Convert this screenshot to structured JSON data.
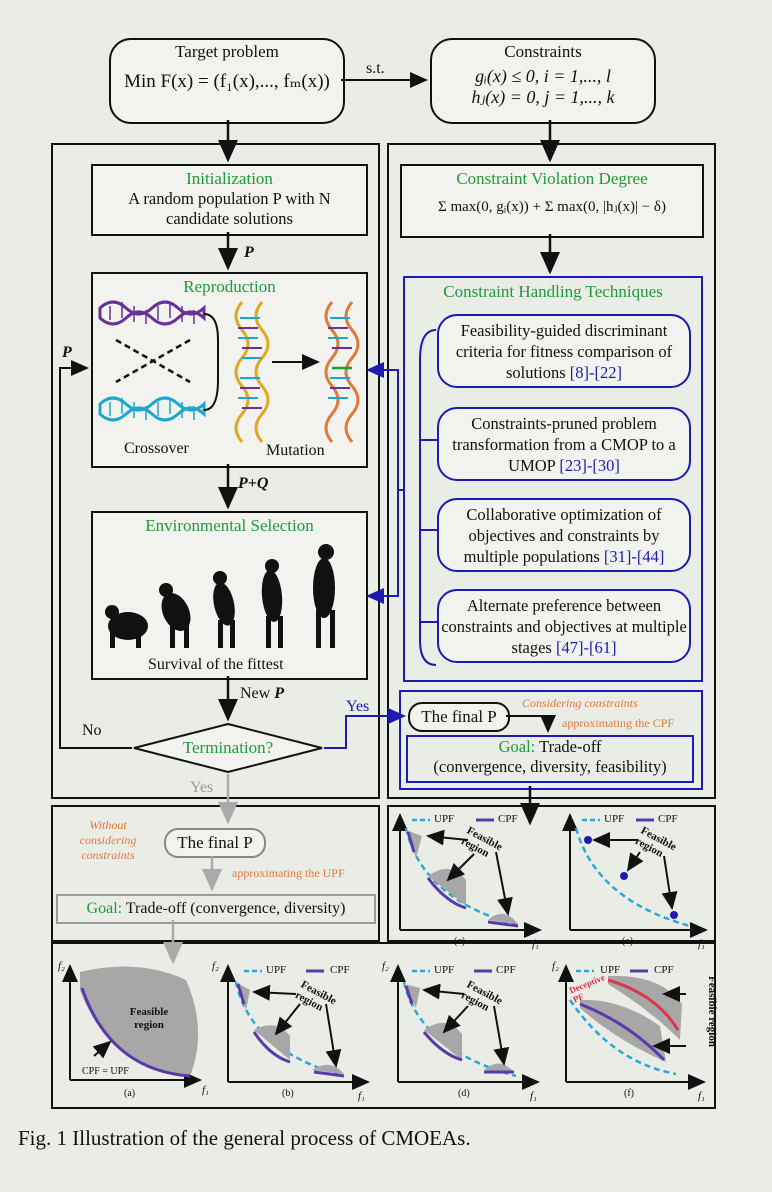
{
  "target": {
    "title": "Target problem",
    "formula": "Min  F(x) = (f₁(x),..., fₘ(x))"
  },
  "st_label": "s.t.",
  "constraints": {
    "title": "Constraints",
    "line1": "gᵢ(x) ≤ 0, i = 1,..., l",
    "line2": "hⱼ(x) = 0, j = 1,..., k"
  },
  "initialization": {
    "title": "Initialization",
    "line1": "A random population P with N",
    "line2": "candidate solutions"
  },
  "cvd": {
    "title": "Constraint Violation Degree",
    "formula": "Σ max(0, gᵢ(x)) + Σ max(0, |hⱼ(x)| − δ)"
  },
  "reproduction": {
    "title": "Reproduction",
    "crossover": "Crossover",
    "mutation": "Mutation"
  },
  "cht": {
    "title": "Constraint Handling Techniques",
    "items": [
      {
        "text": "Feasibility-guided discriminant criteria for fitness comparison of solutions",
        "refs": "[8]-[22]"
      },
      {
        "text": "Constraints-pruned problem transformation from a CMOP to a UMOP",
        "refs": "[23]-[30]"
      },
      {
        "text": "Collaborative optimization of objectives and constraints by multiple populations",
        "refs": "[31]-[44]"
      },
      {
        "text": "Alternate preference between constraints and objectives at multiple stages",
        "refs": "[47]-[61]"
      }
    ]
  },
  "env_selection": {
    "title": "Environmental Selection",
    "caption": "Survival of the fittest"
  },
  "arrows": {
    "p1": "P",
    "p2": "P",
    "pq": "P+Q",
    "newp": "New P",
    "no": "No",
    "yes_right": "Yes",
    "yes_down": "Yes"
  },
  "termination": "Termination?",
  "final_right": {
    "label": "The final P",
    "note1": "Considering constraints",
    "note2": "approximating the CPF",
    "goal_word": "Goal:",
    "goal_rest": " Trade-off",
    "goal_line2": "(convergence, diversity, feasibility)"
  },
  "final_left": {
    "label": "The final P",
    "note1": "Without considering constraints",
    "note2": "approximating the UPF",
    "goal_word": "Goal:",
    "goal_rest": " Trade-off (convergence, diversity)"
  },
  "plots": {
    "legend_upf": "UPF",
    "legend_cpf": "CPF",
    "feasible_region": "Feasible region",
    "cpf_eq_upf": "CPF = UPF",
    "deceptive_pf": "Deceptive PF",
    "f1": "f₁",
    "f2": "f₂",
    "labels": [
      "(a)",
      "(b)",
      "(c)",
      "(d)",
      "(e)",
      "(f)"
    ]
  },
  "caption": "Fig. 1 Illustration of the general process of CMOEAs.",
  "colors": {
    "green": "#1f9a3a",
    "blue": "#1b1bb0",
    "orange": "#e07a3a",
    "upf": "#2aa8d8",
    "cpf": "#5a3aa8",
    "deceptive": "#e0344a"
  }
}
